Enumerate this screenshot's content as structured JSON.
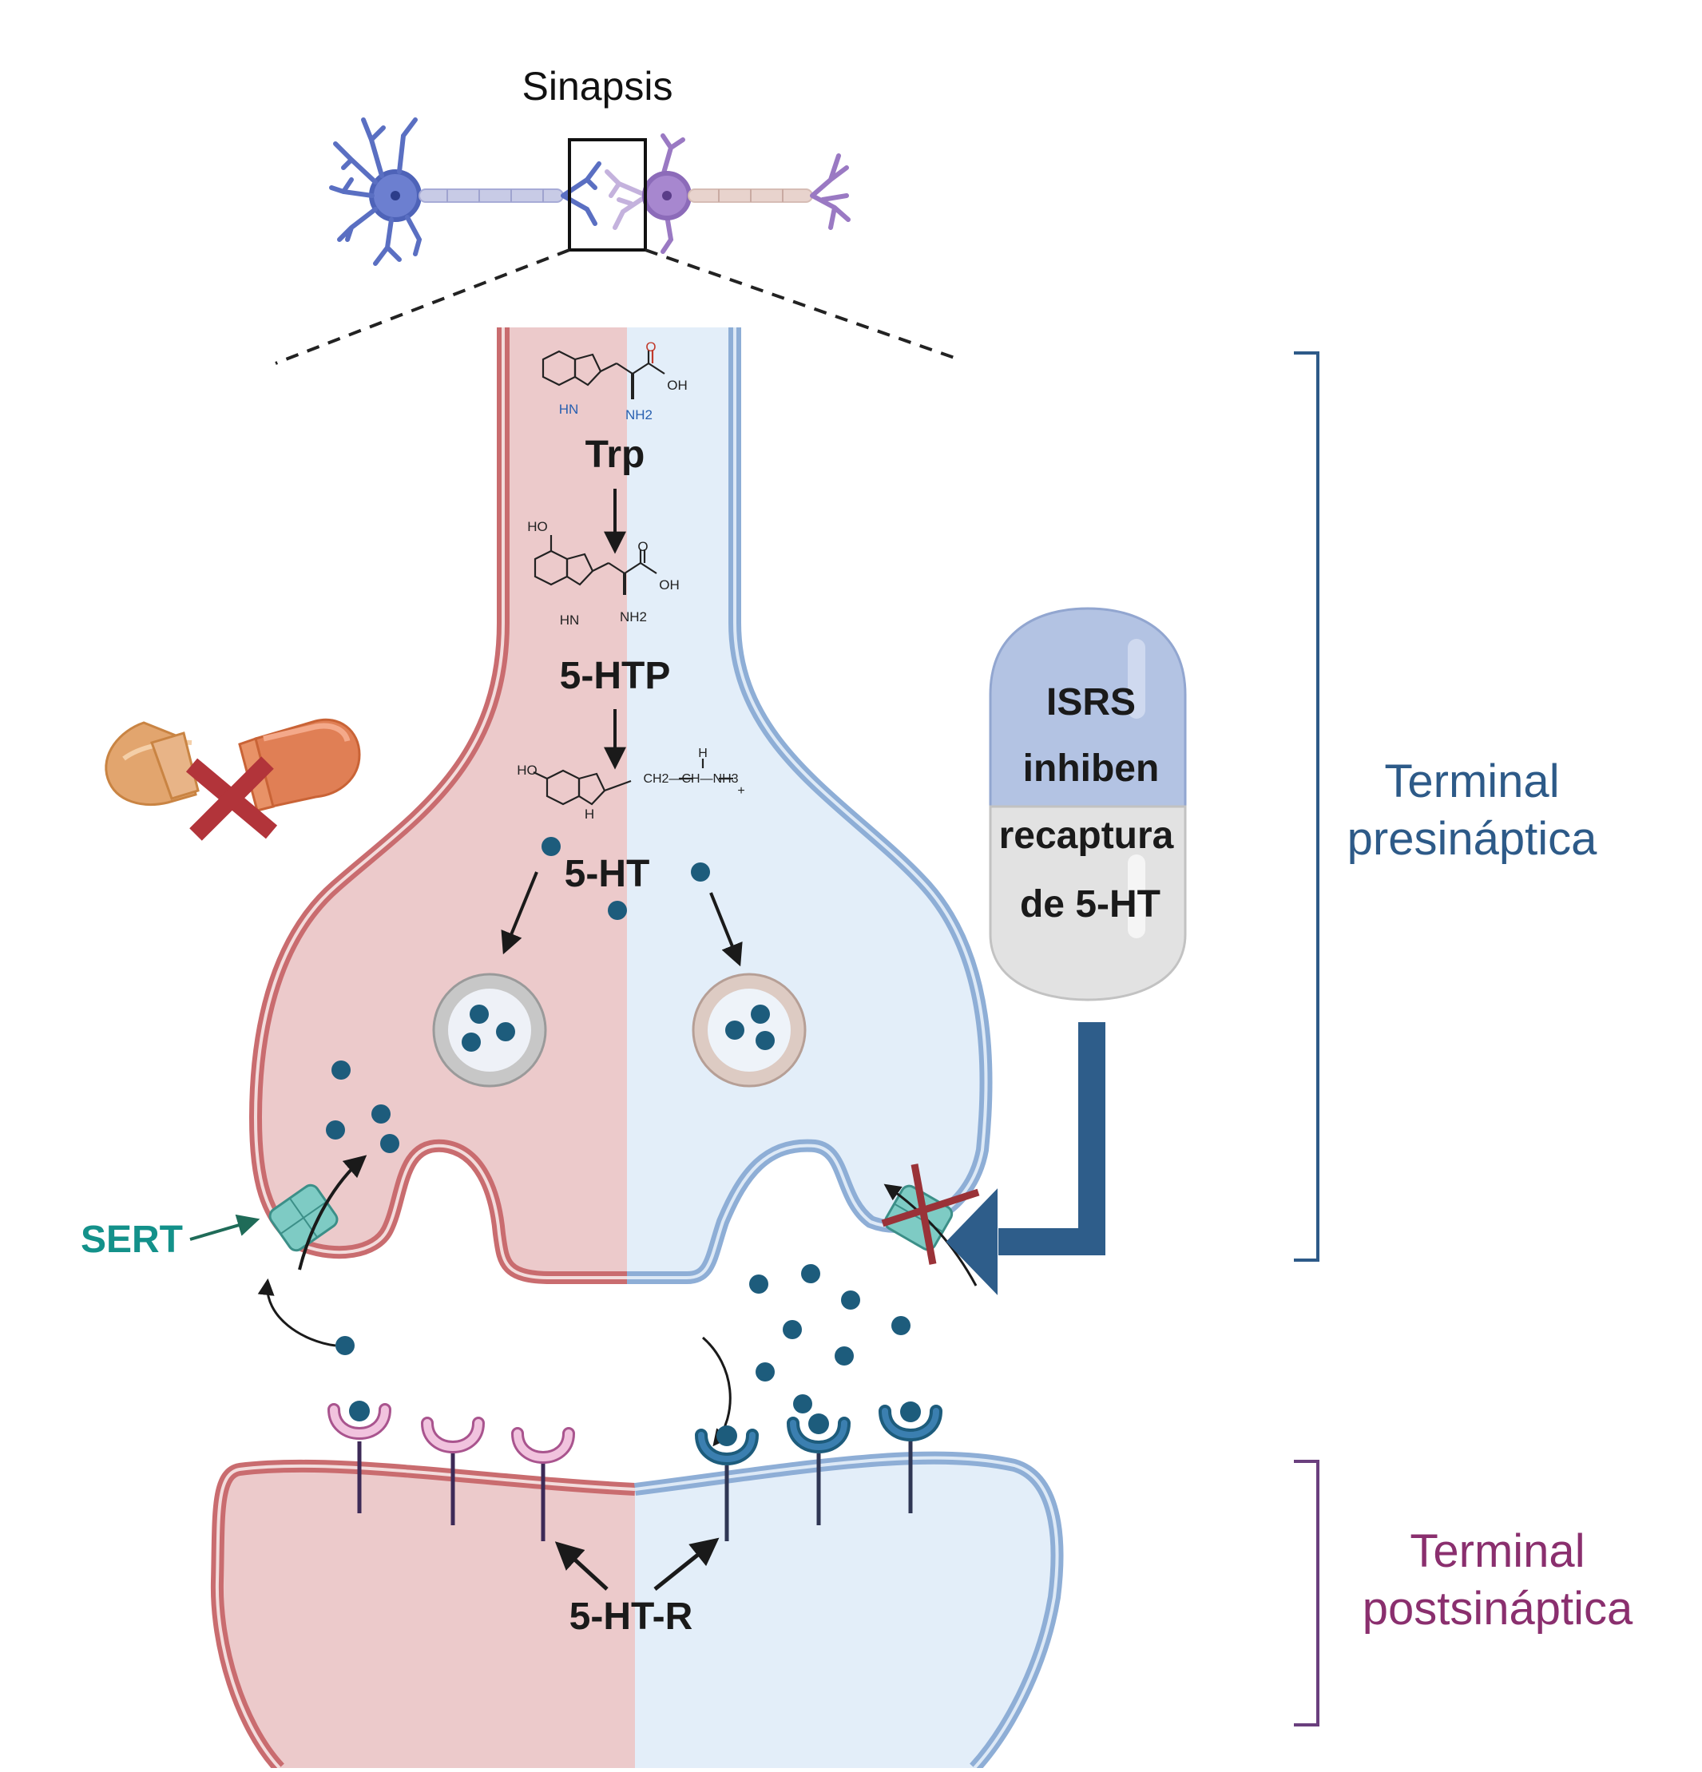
{
  "title": "Sinapsis",
  "molecules": {
    "trp": "Trp",
    "htp": "5-HTP",
    "ht": "5-HT",
    "trp_atoms": {
      "o": "O",
      "oh": "OH",
      "hn": "HN",
      "nh2": "NH2"
    },
    "htp_atoms": {
      "ho": "HO",
      "o": "O",
      "oh": "OH",
      "hn": "HN",
      "nh2": "NH2"
    },
    "ht_atoms": {
      "ho": "HO",
      "chain": "CH2—CH—NH3",
      "h": "H",
      "plus": "+",
      "nh": "H"
    }
  },
  "sert_label": "SERT",
  "receptor_label": "5-HT-R",
  "pill": {
    "lines": [
      "ISRS",
      "inhiben",
      "recaptura",
      "de 5-HT"
    ]
  },
  "brackets": {
    "presynaptic": {
      "line1": "Terminal",
      "line2": "presináptica",
      "color": "#2d5a88"
    },
    "postsynaptic": {
      "line1": "Terminal",
      "line2": "postsináptica",
      "color": "#8a2f6e"
    }
  },
  "colors": {
    "red_fill": "#eccacb",
    "red_membrane": "#c96c6f",
    "blue_fill": "#e3eef9",
    "blue_membrane": "#8eaed6",
    "serotonin": "#1d5c7c",
    "sert": "#7ecbc4",
    "sert_text": "#13918a",
    "blocker_x": "#9a3238",
    "arrow_block": "#2e5d8a",
    "pill_top": "#b3c3e3",
    "pill_bottom": "#e2e2e2"
  },
  "icons": [
    "neuron-blue-icon",
    "neuron-purple-icon",
    "broken-capsule-icon",
    "capsule-pill-icon",
    "block-x-icon"
  ]
}
